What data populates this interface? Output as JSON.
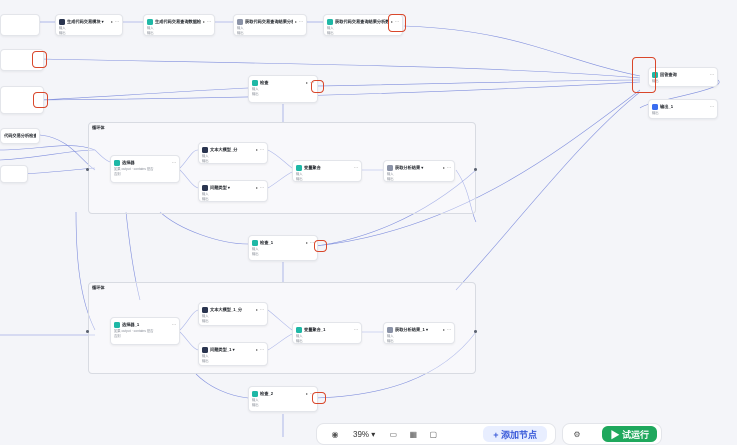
{
  "app": {
    "accent": "#3a5bd9",
    "highlight": "#d9472b",
    "run_color": "#1fa85d"
  },
  "nodes": {
    "top_a": {
      "title": "生成代码交易模块 ▾"
    },
    "top_b": {
      "title": "生成代码交易查询数据检验 ▾"
    },
    "top_c": {
      "title": "获取代码交易查询结果分析 ▾"
    },
    "top_d": {
      "title": "获取代码交易查询结果分析数据分析 ▾"
    },
    "check_1": {
      "title": "检查"
    },
    "check_2": {
      "title": "检查_1"
    },
    "check_3": {
      "title": "检查_2"
    },
    "out_1": {
      "title": "回答查询"
    },
    "out_2": {
      "title": "输出_1"
    },
    "left_item": {
      "title": "代码交易分析检查 ▾"
    },
    "g1_sel": {
      "title": "选择器"
    },
    "g1_a": {
      "title": "文本大模型_分"
    },
    "g1_b": {
      "title": "问题类型 ▾"
    },
    "g1_c": {
      "title": "变量聚合"
    },
    "g1_d": {
      "title": "获取分析结果 ▾"
    },
    "g2_sel": {
      "title": "选择器_1"
    },
    "g2_a": {
      "title": "文本大模型_1_分"
    },
    "g2_b": {
      "title": "问题类型_1 ▾"
    },
    "g2_c": {
      "title": "变量聚合_1"
    },
    "g2_d": {
      "title": "获取分析结果_1 ▾"
    }
  },
  "groups": {
    "g1": {
      "title": "循环体"
    },
    "g2": {
      "title": "循环体"
    }
  },
  "row_text": {
    "input": "输入",
    "output": "输出",
    "sel_if": "如果",
    "sel_cond": "output · contains",
    "sel_val": "是否",
    "sel_else": "否则"
  },
  "toolbar": {
    "zoom": "39%",
    "add_node": "+ 添加节点"
  },
  "runbar": {
    "run": "▶ 试运行"
  }
}
